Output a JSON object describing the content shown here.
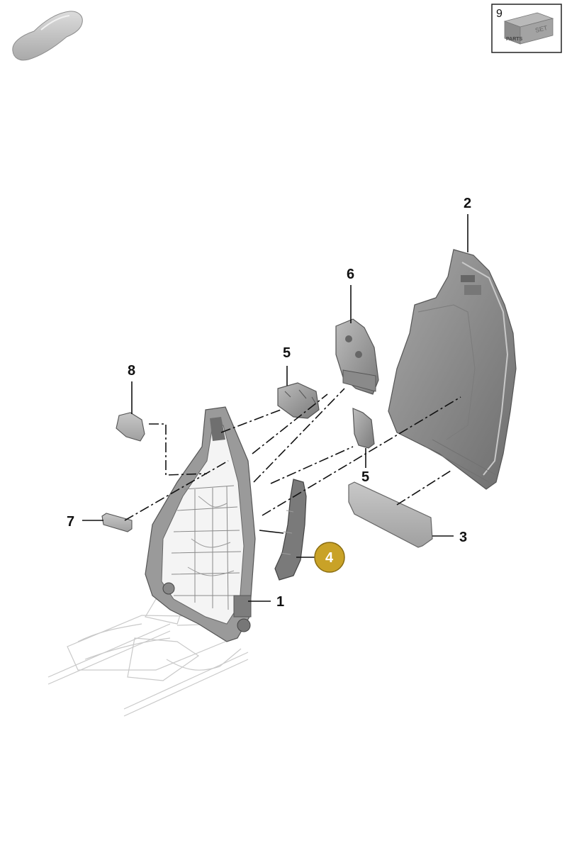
{
  "callouts": {
    "c1": "1",
    "c2": "2",
    "c3": "3",
    "c4": "4",
    "c5a": "5",
    "c5b": "5",
    "c6": "6",
    "c7": "7",
    "c8": "8",
    "c9": "9"
  },
  "parts_set_badge": {
    "box_text": "PARTS",
    "box_side_text": "SET"
  },
  "colors": {
    "highlight": "#c9a227",
    "part_fill": "#8f8f8f",
    "frame_ghost": "#d0d0d0"
  },
  "icons": {
    "vehicle": "car-silhouette-icon",
    "parts_set": "parts-box-icon"
  }
}
